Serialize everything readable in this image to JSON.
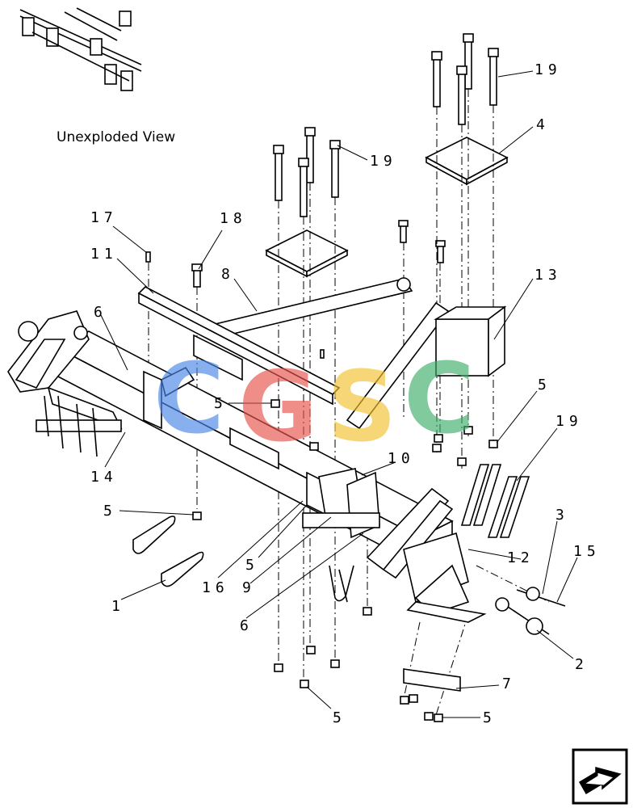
{
  "caption": "Unexploded View",
  "watermark": {
    "letters": [
      "C",
      "G",
      "S",
      "C"
    ],
    "colors": [
      "#4a86e8",
      "#e8534a",
      "#f2c12e",
      "#3fae6a"
    ]
  },
  "callouts": [
    "19",
    "4",
    "19",
    "17",
    "18",
    "11",
    "8",
    "13",
    "6",
    "5",
    "5",
    "14",
    "10",
    "19",
    "5",
    "3",
    "15",
    "12",
    "1",
    "5",
    "16",
    "9",
    "6",
    "2",
    "7",
    "5",
    "5"
  ],
  "nav_icon": "next-page-arrow-icon"
}
